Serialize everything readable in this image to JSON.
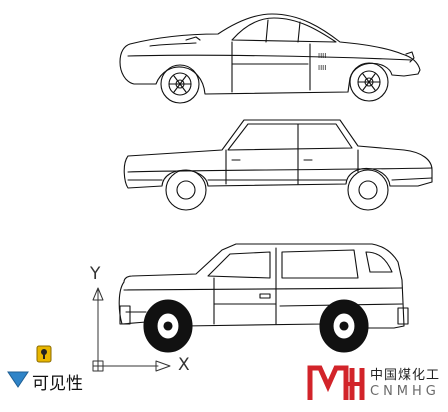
{
  "axes": {
    "y_label": "Y",
    "x_label": "X"
  },
  "layer_control": {
    "label": "可见性",
    "lock_icon": "lock-icon",
    "toggle_icon": "triangle-down-icon",
    "accent_color": "#2f84c8"
  },
  "watermark": {
    "logo": "MH",
    "chinese": "中国煤化工",
    "english": "CNMHG",
    "logo_color": "#d2242a"
  },
  "drawing": {
    "stroke_color": "#111111",
    "background": "#ffffff",
    "objects": [
      "sports-car",
      "sedan",
      "suv"
    ]
  }
}
